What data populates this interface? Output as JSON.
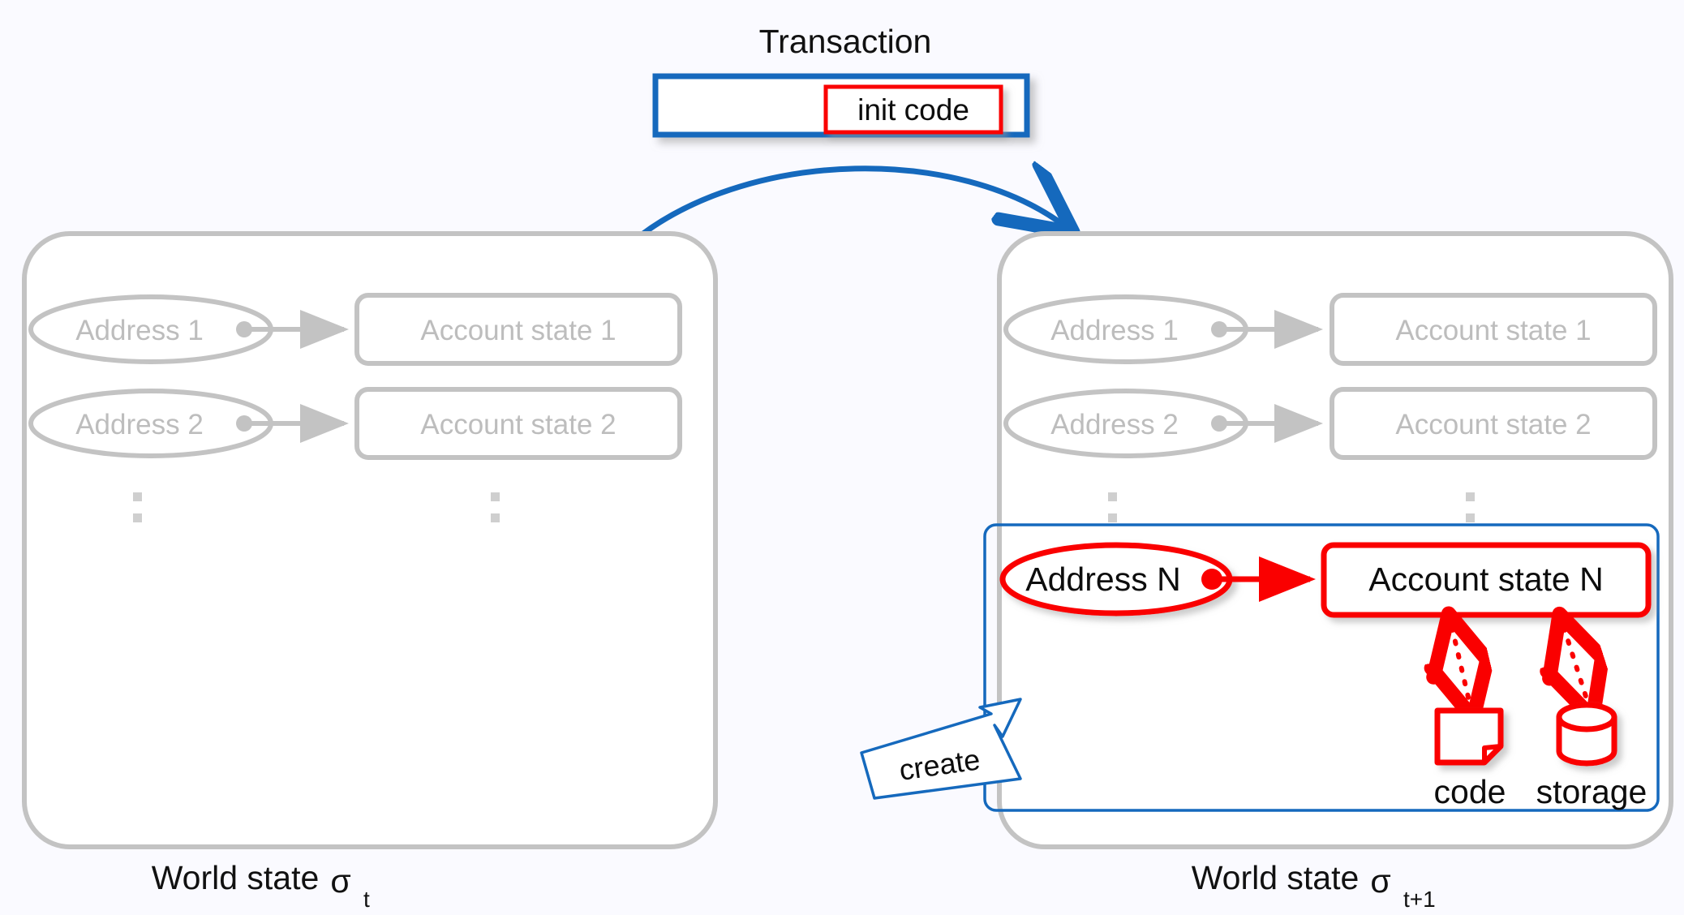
{
  "colors": {
    "background": "#fafaff",
    "panel_stroke": "#c3c3c3",
    "muted_text": "#bdbdbd",
    "accent_blue": "#1569bd",
    "accent_red": "#fa0000",
    "dark_text": "#0d0d0d",
    "shadow": "#b9b9b9"
  },
  "transaction": {
    "title": "Transaction",
    "init_code_label": "init code"
  },
  "arrow": {
    "create_label": "create"
  },
  "left_panel": {
    "caption_prefix": "World state",
    "caption_sigma": "σ",
    "caption_subscript": "t",
    "ellipsis": "⋮",
    "rows": [
      {
        "address": "Address 1",
        "account_state": "Account state 1"
      },
      {
        "address": "Address 2",
        "account_state": "Account state 2"
      }
    ]
  },
  "right_panel": {
    "caption_prefix": "World state",
    "caption_sigma": "σ",
    "caption_subscript": "t+1",
    "ellipsis": "⋮",
    "rows": [
      {
        "address": "Address 1",
        "account_state": "Account state 1"
      },
      {
        "address": "Address 2",
        "account_state": "Account state 2"
      }
    ],
    "new_account": {
      "address": "Address N",
      "account_state": "Account state N",
      "code_label": "code",
      "storage_label": "storage"
    }
  }
}
